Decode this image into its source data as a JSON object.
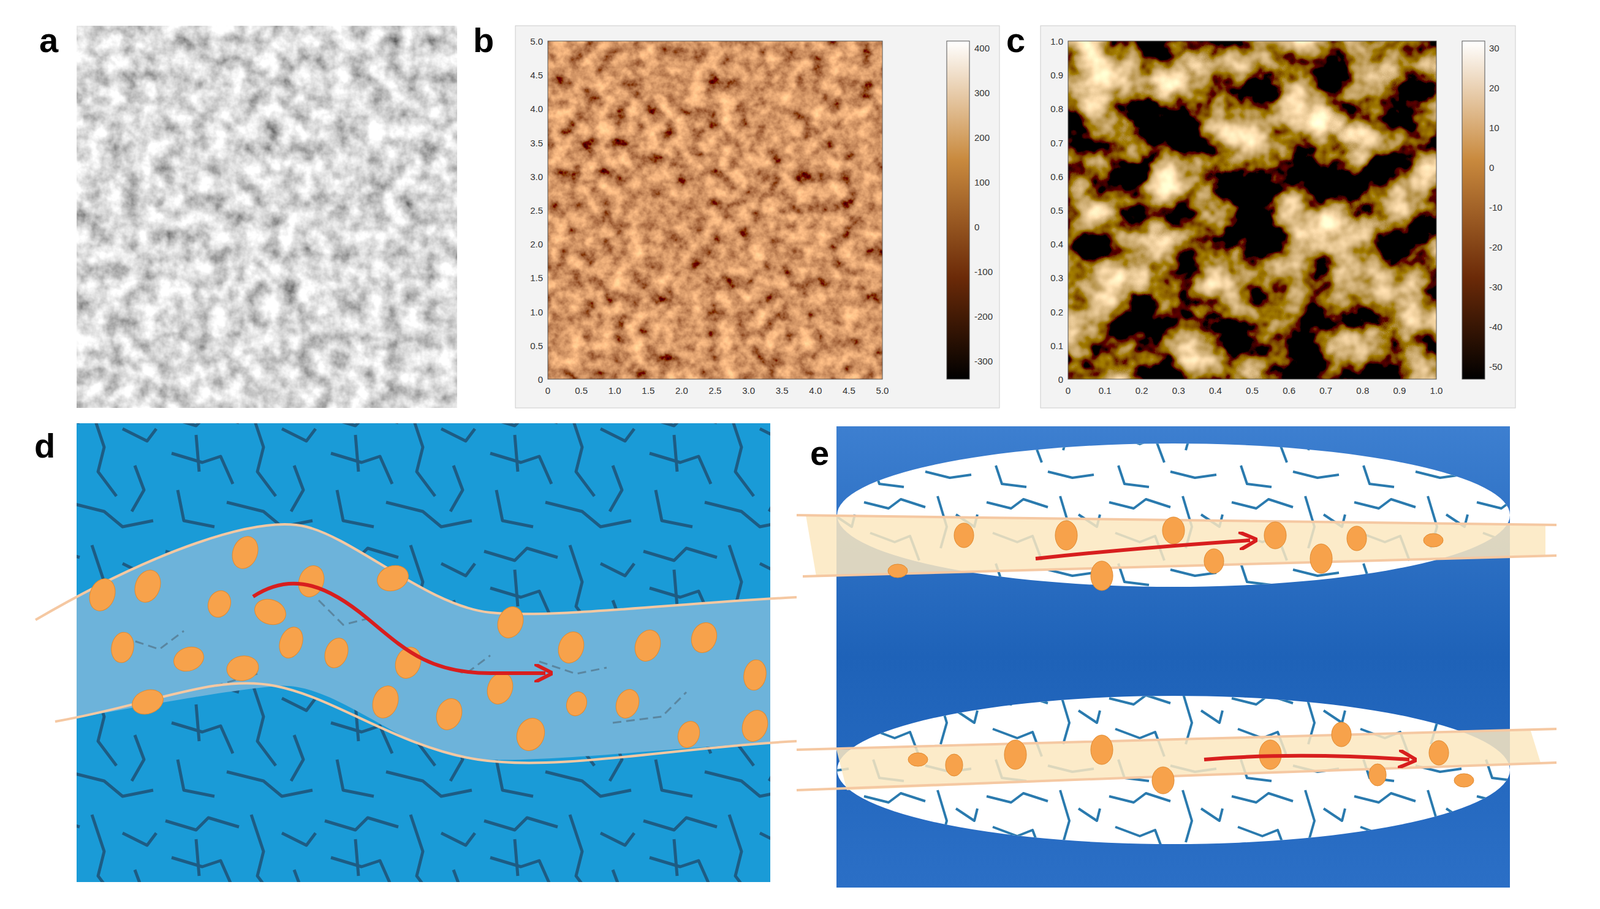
{
  "diagram": {
    "labels": [
      "a",
      "b",
      "c",
      "d",
      "e",
      "0",
      "0.5",
      "1.0",
      "1.5",
      "2.0",
      "2.5",
      "3.0",
      "3.5",
      "4.0",
      "4.5",
      "5.0",
      "5.0",
      "4.5",
      "4.0",
      "3.5",
      "3.0",
      "2.5",
      "2.0",
      "1.5",
      "1.0",
      "0.5",
      "0",
      "400",
      "300",
      "200",
      "100",
      "0",
      "-100",
      "-200",
      "-300",
      "0",
      "0.1",
      "0.2",
      "0.3",
      "0.4",
      "0.5",
      "0.6",
      "0.7",
      "0.8",
      "0.9",
      "1.0",
      "1.0",
      "0.9",
      "0.8",
      "0.7",
      "0.6",
      "0.5",
      "0.4",
      "0.3",
      "0.2",
      "0.1",
      "0",
      "30",
      "20",
      "10",
      "0",
      "-10",
      "-20",
      "-30",
      "-40",
      "-50"
    ]
  }
}
